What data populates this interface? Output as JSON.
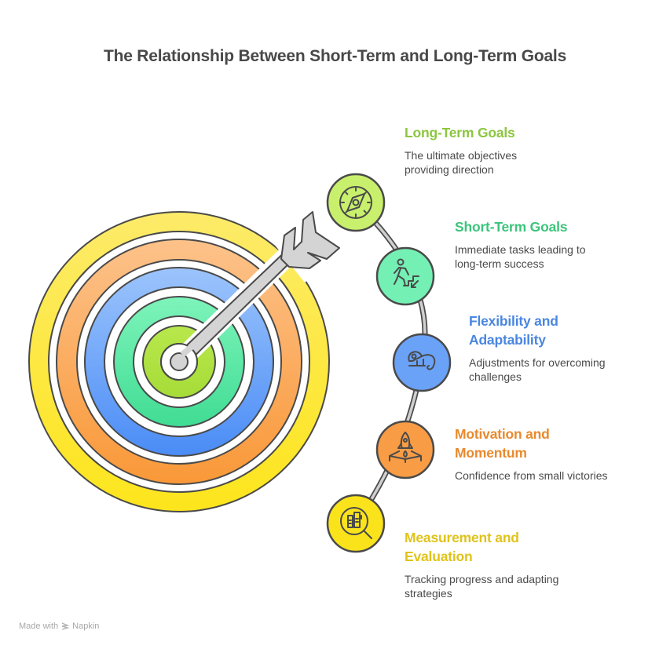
{
  "title": "The Relationship Between Short-Term and Long-Term Goals",
  "items": [
    {
      "id": "long-term-goals",
      "heading": "Long-Term Goals",
      "heading_lines": [
        "Long-Term Goals"
      ],
      "description": "The ultimate objectives providing direction",
      "desc_lines": [
        "The ultimate objectives",
        "providing direction"
      ],
      "icon": "compass-icon",
      "color": "#8cc63f",
      "fill": "#c9f06d",
      "ring_fill": "#b3e141"
    },
    {
      "id": "short-term-goals",
      "heading": "Short-Term Goals",
      "heading_lines": [
        "Short-Term Goals"
      ],
      "description": "Immediate tasks leading to long-term success",
      "desc_lines": [
        "Immediate tasks leading to",
        "long-term success"
      ],
      "icon": "stairs-walker-icon",
      "color": "#3cc47c",
      "fill": "#74f0b4",
      "ring_fill": "#55e3a0"
    },
    {
      "id": "flexibility-and-adaptability",
      "heading": "Flexibility and Adaptability",
      "heading_lines": [
        "Flexibility and",
        "Adaptability"
      ],
      "description": "Adjustments for overcoming challenges",
      "desc_lines": [
        "Adjustments for overcoming",
        "challenges"
      ],
      "icon": "chameleon-icon",
      "color": "#4a86e0",
      "fill": "#6aa2f8",
      "ring_fill": "#74a8f8"
    },
    {
      "id": "motivation-and-momentum",
      "heading": "Motivation and Momentum",
      "heading_lines": [
        "Motivation and",
        "Momentum"
      ],
      "description": "Confidence from small victories",
      "desc_lines": [
        "Confidence from small victories"
      ],
      "icon": "rocket-launch-icon",
      "color": "#e88a2e",
      "fill": "#f89c45",
      "ring_fill": "#fba55a"
    },
    {
      "id": "measurement-and-evaluation",
      "heading": "Measurement and Evaluation",
      "heading_lines": [
        "Measurement and",
        "Evaluation"
      ],
      "description": "Tracking progress and adapting strategies",
      "desc_lines": [
        "Tracking progress and adapting",
        "strategies"
      ],
      "icon": "chart-magnifier-icon",
      "color": "#e0c31a",
      "fill": "#fbe31c",
      "ring_fill": "#fde836"
    }
  ],
  "target": {
    "rings": [
      {
        "name": "outer-yellow-ring",
        "top": "#fdeb6a",
        "bottom": "#fde51c"
      },
      {
        "name": "orange-ring",
        "top": "#fdc28a",
        "bottom": "#f99838"
      },
      {
        "name": "blue-ring",
        "top": "#9cc4fc",
        "bottom": "#4a8cf6"
      },
      {
        "name": "green-ring",
        "top": "#7ef4ba",
        "bottom": "#40dc94"
      },
      {
        "name": "lime-ring",
        "top": "#b8e84c",
        "bottom": "#a6dc38"
      }
    ],
    "arrow_color": "#d4d4d4",
    "outline_color": "#4a4a4a"
  },
  "footer": {
    "made_with": "Made with",
    "brand": "Napkin"
  }
}
